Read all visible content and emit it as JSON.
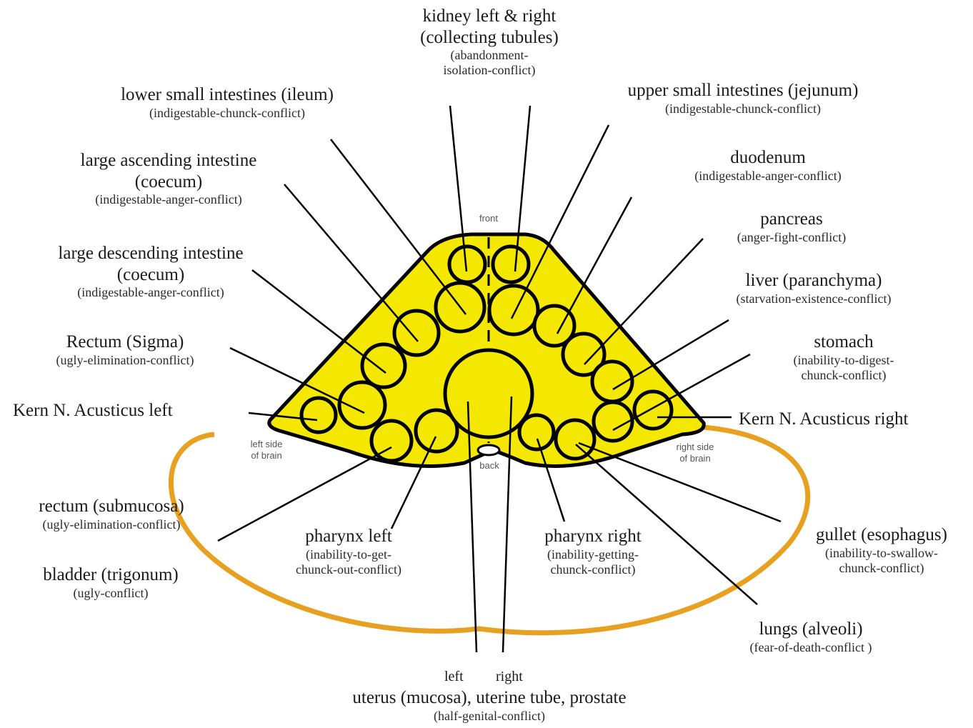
{
  "colors": {
    "brainstem_fill": "#f5e800",
    "outline": "#000000",
    "cerebellum_outline": "#e8a020",
    "background": "#ffffff"
  },
  "orientation": {
    "front": "front",
    "back": "back",
    "left_side": "left side\nof brain",
    "right_side": "right side\nof brain"
  },
  "labels": {
    "kidney": {
      "title": "kidney left & right",
      "subtitle": "(collecting tubules)",
      "note": "(abandonment-\nisolation-conflict)"
    },
    "ileum": {
      "title": "lower small intestines (ileum)",
      "subtitle": "(indigestable-chunck-conflict)"
    },
    "jejunum": {
      "title": "upper small intestines (jejunum)",
      "subtitle": "(indigestable-chunck-conflict)"
    },
    "ascending": {
      "title": "large ascending intestine\n(coecum)",
      "subtitle": "(indigestable-anger-conflict)"
    },
    "duodenum": {
      "title": "duodenum",
      "subtitle": "(indigestable-anger-conflict)"
    },
    "pancreas": {
      "title": "pancreas",
      "subtitle": "(anger-fight-conflict)"
    },
    "descending": {
      "title": "large descending intestine\n(coecum)",
      "subtitle": "(indigestable-anger-conflict)"
    },
    "liver": {
      "title": "liver (paranchyma)",
      "subtitle": "(starvation-existence-conflict)"
    },
    "rectum_sigma": {
      "title": "Rectum (Sigma)",
      "subtitle": "(ugly-elimination-conflict)"
    },
    "stomach": {
      "title": "stomach",
      "subtitle": "(inability-to-digest-\nchunck-conflict)"
    },
    "kern_left": {
      "title": "Kern N. Acusticus left"
    },
    "kern_right": {
      "title": "Kern N. Acusticus right"
    },
    "rectum_sub": {
      "title": "rectum (submucosa)",
      "subtitle": "(ugly-elimination-conflict)"
    },
    "bladder": {
      "title": "bladder (trigonum)",
      "subtitle": "(ugly-conflict)"
    },
    "pharynx_left": {
      "title": "pharynx left",
      "subtitle": "(inability-to-get-\nchunck-out-conflict)"
    },
    "pharynx_right": {
      "title": "pharynx right",
      "subtitle": "(inability-getting-\nchunck-conflict)"
    },
    "gullet": {
      "title": "gullet (esophagus)",
      "subtitle": "(inability-to-swallow-\nchunck-conflict)"
    },
    "lungs": {
      "title": "lungs (alveoli)",
      "subtitle": "(fear-of-death-conflict )"
    },
    "uterus": {
      "left": "left",
      "right": "right",
      "title": "uterus (mucosa), uterine tube, prostate",
      "subtitle": "(half-genital-conflict)"
    }
  }
}
